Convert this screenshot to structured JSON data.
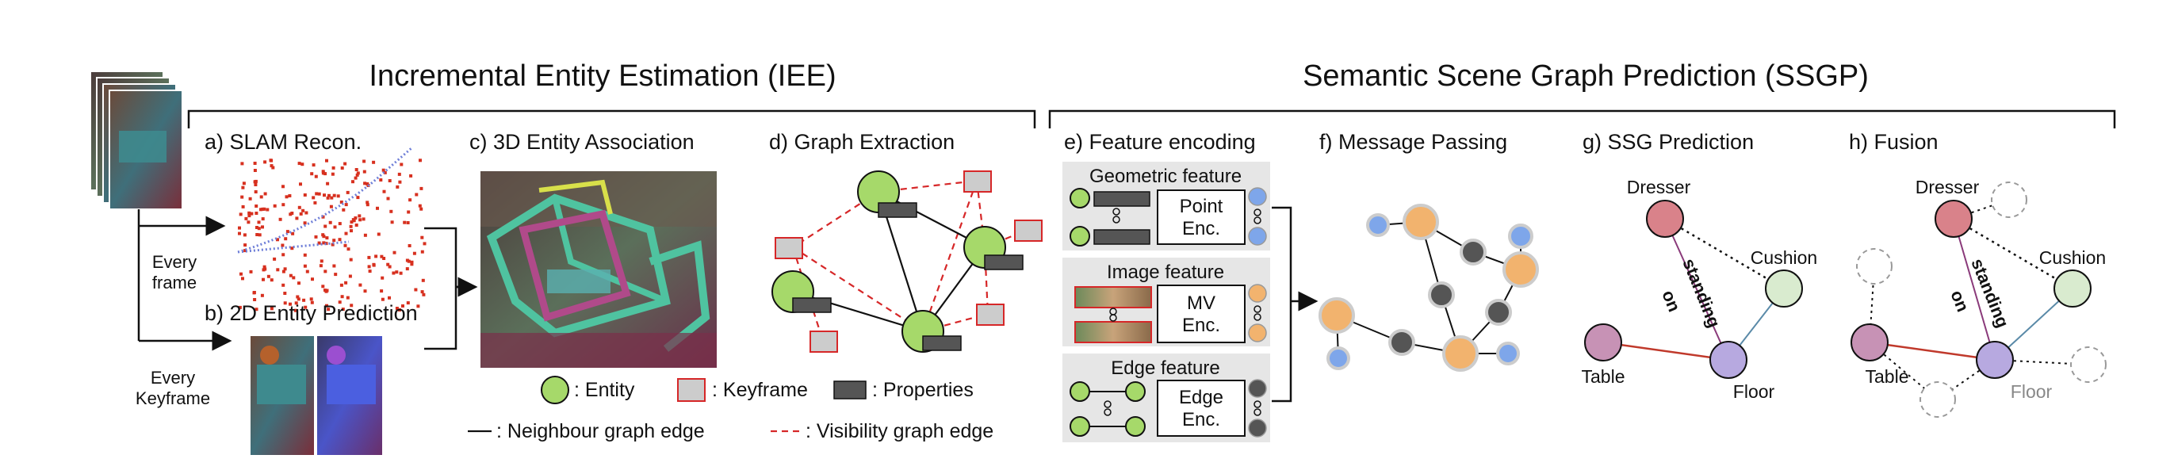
{
  "header": {
    "iee_title": "Incremental Entity Estimation (IEE)",
    "ssgp_title": "Semantic Scene Graph Prediction (SSGP)"
  },
  "panels": {
    "a": "a) SLAM Recon.",
    "b": "b) 2D Entity Prediction",
    "c": "c) 3D Entity Association",
    "d": "d) Graph Extraction",
    "e": "e) Feature encoding",
    "f": "f) Message Passing",
    "g": "g) SSG Prediction",
    "h": "h) Fusion"
  },
  "flow": {
    "every_frame_1": "Every",
    "every_frame_2": "frame",
    "every_keyframe_1": "Every",
    "every_keyframe_2": "Keyframe"
  },
  "legend": {
    "entity": ": Entity",
    "keyframe": ": Keyframe",
    "properties": ": Properties",
    "neighbour": ": Neighbour graph edge",
    "visibility": ": Visibility graph edge"
  },
  "encoders": {
    "geometric_title": "Geometric feature",
    "point_1": "Point",
    "point_2": "Enc.",
    "image_title": "Image feature",
    "mv_1": "MV",
    "mv_2": "Enc.",
    "edge_title": "Edge feature",
    "edge_1": "Edge",
    "edge_2": "Enc."
  },
  "ssg": {
    "dresser": "Dresser",
    "cushion": "Cushion",
    "table": "Table",
    "floor": "Floor",
    "standing": "standing",
    "on": "on"
  },
  "colors": {
    "entity_fill": "#a6d96a",
    "keyframe_fill": "#cccccc",
    "keyframe_stroke": "#d62728",
    "property_fill": "#555555",
    "orange_node": "#f2b36e",
    "blue_node": "#7ea6ea",
    "slam_red": "#d7301f",
    "dresser": "#d9828a",
    "cushion": "#d9ebcf",
    "table": "#c792b5",
    "floor": "#b7a9e0"
  }
}
